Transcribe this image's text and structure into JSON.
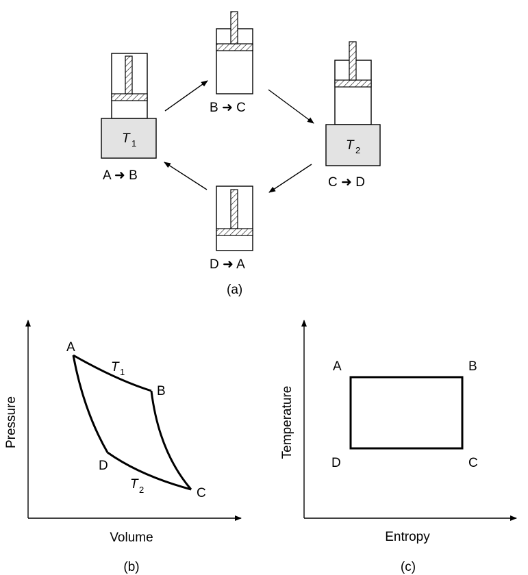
{
  "panel_a": {
    "caption": "(a)",
    "states": {
      "ab": "A ➜ B",
      "bc": "B ➜ C",
      "cd": "C ➜ D",
      "da": "D ➜ A"
    },
    "reservoirs": {
      "hot": {
        "symbol": "T",
        "subscript": "1"
      },
      "cold": {
        "symbol": "T",
        "subscript": "2"
      }
    }
  },
  "panel_b": {
    "caption": "(b)",
    "xlabel": "Volume",
    "ylabel": "Pressure",
    "points": {
      "a": "A",
      "b": "B",
      "c": "C",
      "d": "D"
    },
    "isotherm_hot": {
      "symbol": "T",
      "subscript": "1"
    },
    "isotherm_cold": {
      "symbol": "T",
      "subscript": "2"
    }
  },
  "panel_c": {
    "caption": "(c)",
    "xlabel": "Entropy",
    "ylabel": "Temperature",
    "points": {
      "a": "A",
      "b": "B",
      "c": "C",
      "d": "D"
    }
  }
}
